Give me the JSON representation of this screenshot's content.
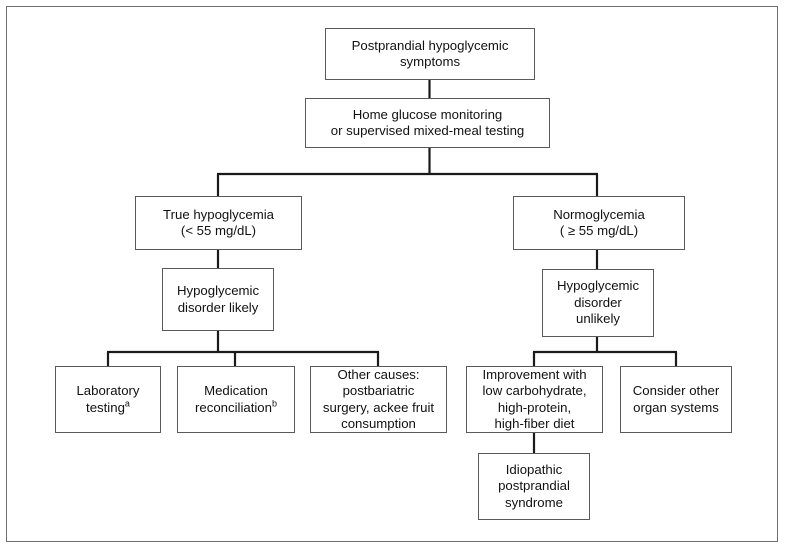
{
  "figure": {
    "type": "flowchart",
    "orientation": "top-down",
    "background_color": "#ffffff",
    "box_border_color": "#5a5a5a",
    "connector_color": "#1a1a1a",
    "frame_color": "#6e6e6e"
  },
  "nodes": {
    "symptoms": "Postprandial hypoglycemic\nsymptoms",
    "testing": "Home glucose monitoring\nor supervised mixed-meal testing",
    "true_hypo": "True hypoglycemia\n(< 55 mg/dL)",
    "normo": "Normoglycemia\n( ≥ 55 mg/dL)",
    "disorder_likely": "Hypoglycemic\ndisorder likely",
    "disorder_unlikely": "Hypoglycemic\ndisorder\nunlikely",
    "lab_testing": "Laboratory\ntesting",
    "lab_testing_sup": "a",
    "medication": "Medication\nreconciliation",
    "medication_sup": "b",
    "other_causes": "Other causes:\npostbariatric\nsurgery, ackee fruit\nconsumption",
    "improvement": "Improvement with\nlow carbohydrate,\nhigh-protein,\nhigh-fiber diet",
    "consider_organ": "Consider other\norgan systems",
    "idiopathic": "Idiopathic\npostprandial\nsyndrome"
  }
}
